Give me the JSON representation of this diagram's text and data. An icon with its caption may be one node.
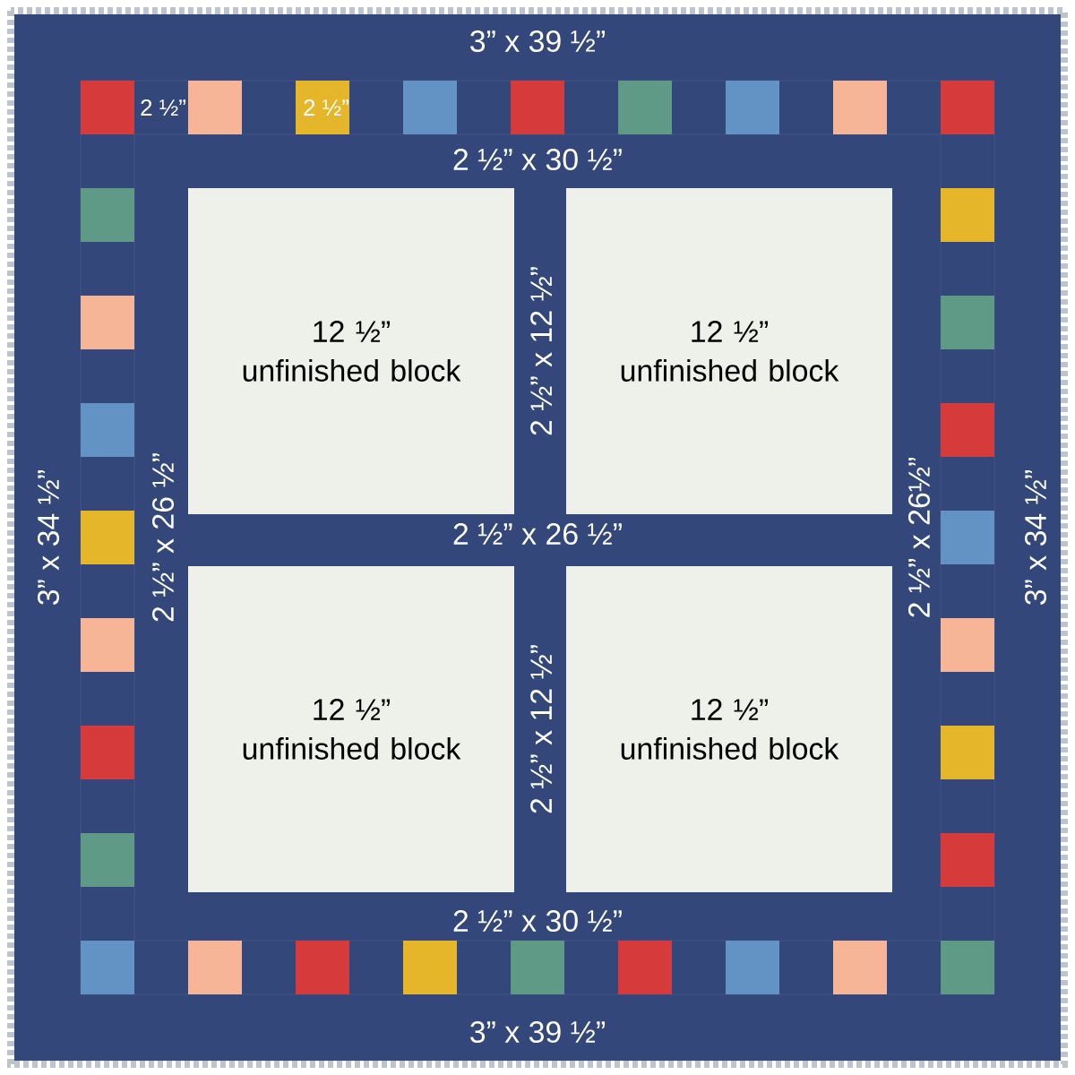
{
  "diagram": {
    "nodes": [
      {
        "text": [
          "12 ½” unfinished block"
        ]
      },
      {
        "text": [
          "12 ½” unfinished block"
        ]
      },
      {
        "text": [
          "12 ½” unfinished block"
        ]
      },
      {
        "text": [
          "12 ½” unfinished block"
        ]
      }
    ],
    "labels": [
      "3” x 39 ½”",
      "2 ½”",
      "2 ½”",
      "2 ½” x 30 ½”",
      "2 ½” x 12 ½”",
      "3” x 34 ½”",
      "2 ½” x 26 ½”",
      "2 ½” x 26 ½”",
      "2 ½” x 26½”",
      "3” x 34 ½”",
      "2 ½” x 12 ½”",
      "2 ½” x 30 ½”",
      "3” x 39 ½”"
    ]
  }
}
